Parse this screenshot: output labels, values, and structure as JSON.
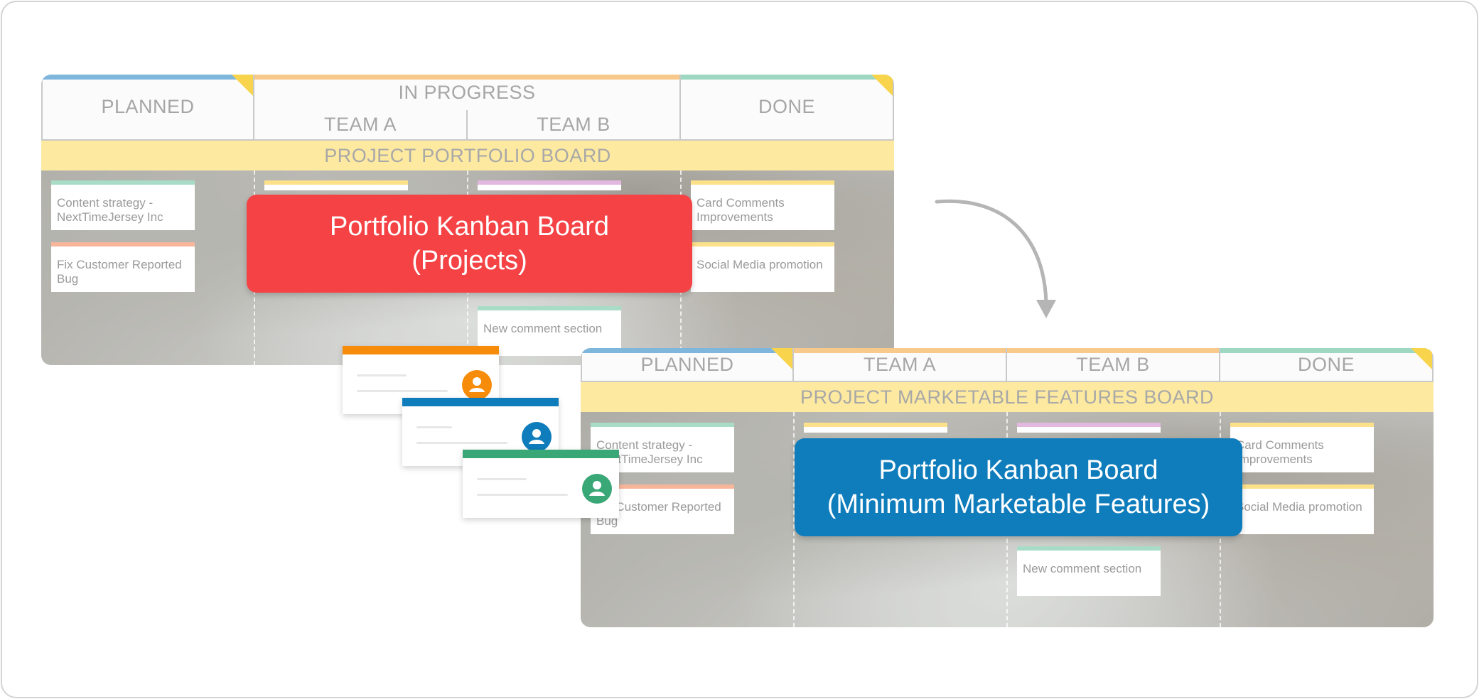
{
  "board1": {
    "headers": {
      "planned": "PLANNED",
      "in_progress": "IN PROGRESS",
      "team_a": "TEAM A",
      "team_b": "TEAM B",
      "done": "DONE"
    },
    "title": "PROJECT PORTFOLIO BOARD",
    "cards": {
      "planned_1": "Content strategy - NextTimeJersey Inc",
      "planned_2": "Fix Customer Reported Bug",
      "team_b_1": "New comment section",
      "done_1": "Card Comments Improvements",
      "done_2": "Social Media promotion"
    }
  },
  "board2": {
    "headers": {
      "planned": "PLANNED",
      "team_a": "TEAM A",
      "team_b": "TEAM B",
      "done": "DONE"
    },
    "title": "PROJECT MARKETABLE FEATURES BOARD",
    "cards": {
      "planned_1": "Content strategy - NextTimeJersey Inc",
      "planned_2": "Fix Customer Reported Bug",
      "team_b_1": "New comment section",
      "done_1": "Card Comments Improvements",
      "done_2": "Social Media promotion"
    }
  },
  "labels": {
    "red_line1": "Portfolio Kanban Board",
    "red_line2": "(Projects)",
    "blue_line1": "Portfolio Kanban Board",
    "blue_line2": "(Minimum Marketable Features)"
  },
  "colors": {
    "red": "#f44245",
    "blue": "#0f7cbb",
    "orange": "#f78c0a",
    "green": "#3aa776",
    "title_bar": "#fde9a0",
    "fold": "#f7d44c"
  },
  "icons": {
    "arrow": "curved-arrow-down-icon",
    "avatar": "user-avatar-icon"
  }
}
